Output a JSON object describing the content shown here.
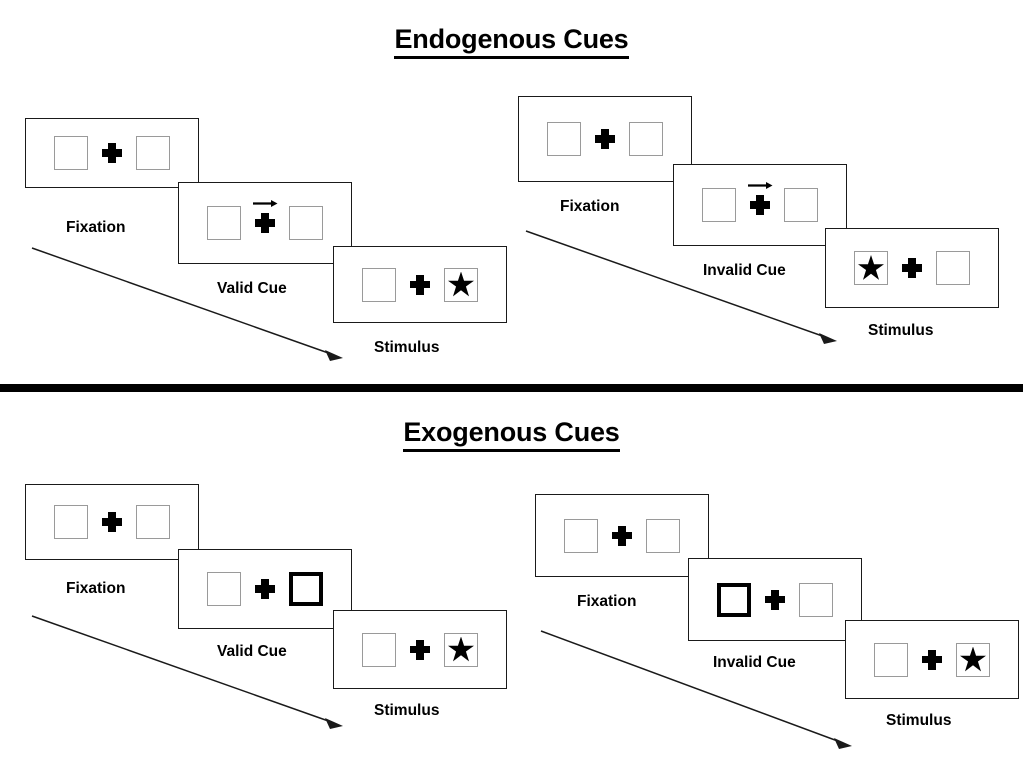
{
  "figure": {
    "background_color": "#ffffff",
    "ink_color": "#000000",
    "box_border_color": "#9a9a9a",
    "cued_box_border_color": "#000000"
  },
  "sections": [
    {
      "id": "endogenous",
      "title": "Endogenous Cues",
      "cue_type": "central-arrow",
      "sequences": [
        {
          "id": "endogenous-valid",
          "condition": "valid",
          "panels": [
            {
              "stage_label": "Fixation",
              "left_box": "empty",
              "right_box": "empty",
              "arrow_cue": "none",
              "center": "plus"
            },
            {
              "stage_label": "Valid Cue",
              "left_box": "empty",
              "right_box": "empty",
              "arrow_cue": "right",
              "center": "plus"
            },
            {
              "stage_label": "Stimulus",
              "left_box": "empty",
              "right_box": "star",
              "arrow_cue": "none",
              "center": "plus"
            }
          ]
        },
        {
          "id": "endogenous-invalid",
          "condition": "invalid",
          "panels": [
            {
              "stage_label": "Fixation",
              "left_box": "empty",
              "right_box": "empty",
              "arrow_cue": "none",
              "center": "plus"
            },
            {
              "stage_label": "Invalid Cue",
              "left_box": "empty",
              "right_box": "empty",
              "arrow_cue": "right",
              "center": "plus"
            },
            {
              "stage_label": "Stimulus",
              "left_box": "star",
              "right_box": "empty",
              "arrow_cue": "none",
              "center": "plus"
            }
          ]
        }
      ]
    },
    {
      "id": "exogenous",
      "title": "Exogenous Cues",
      "cue_type": "peripheral-box-flash",
      "sequences": [
        {
          "id": "exogenous-valid",
          "condition": "valid",
          "panels": [
            {
              "stage_label": "Fixation",
              "left_box": "empty",
              "right_box": "empty",
              "arrow_cue": "none",
              "center": "plus"
            },
            {
              "stage_label": "Valid Cue",
              "left_box": "empty",
              "right_box": "cued",
              "arrow_cue": "none",
              "center": "plus"
            },
            {
              "stage_label": "Stimulus",
              "left_box": "empty",
              "right_box": "star",
              "arrow_cue": "none",
              "center": "plus"
            }
          ]
        },
        {
          "id": "exogenous-invalid",
          "condition": "invalid",
          "panels": [
            {
              "stage_label": "Fixation",
              "left_box": "empty",
              "right_box": "empty",
              "arrow_cue": "none",
              "center": "plus"
            },
            {
              "stage_label": "Invalid Cue",
              "left_box": "cued",
              "right_box": "empty",
              "arrow_cue": "none",
              "center": "plus"
            },
            {
              "stage_label": "Stimulus",
              "left_box": "empty",
              "right_box": "star",
              "arrow_cue": "none",
              "center": "plus"
            }
          ]
        }
      ]
    }
  ],
  "time_arrows": [
    {
      "id": "time-arrow-endogenous-valid",
      "meaning": "time"
    },
    {
      "id": "time-arrow-endogenous-invalid",
      "meaning": "time"
    },
    {
      "id": "time-arrow-exogenous-valid",
      "meaning": "time"
    },
    {
      "id": "time-arrow-exogenous-invalid",
      "meaning": "time"
    }
  ]
}
